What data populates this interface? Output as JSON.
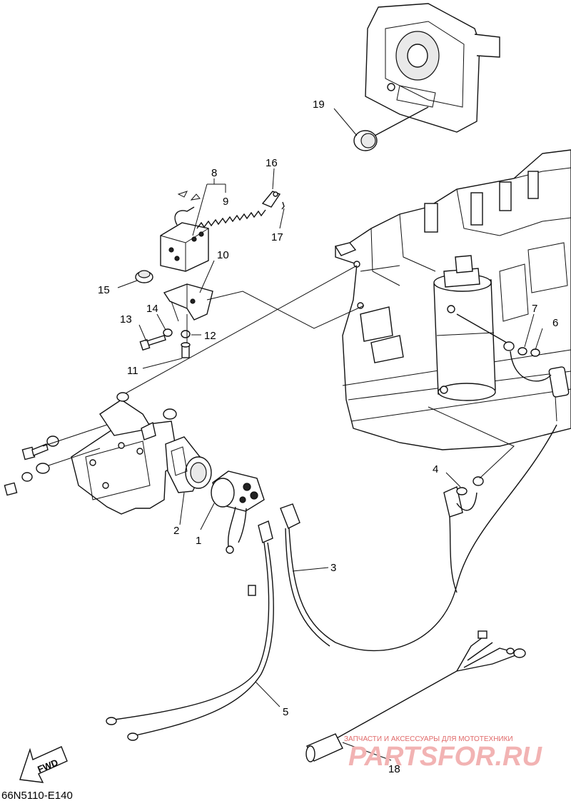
{
  "diagram": {
    "drawing_code": "66N5110-E140",
    "direction_label": "FWD",
    "watermark": {
      "tagline": "ЗАПЧАСТИ И АКСЕССУАРЫ ДЛЯ МОТОТЕХНИКИ",
      "logo": "PARTSFOR.RU"
    },
    "callouts": [
      "1",
      "2",
      "3",
      "4",
      "5",
      "6",
      "7",
      "8",
      "9",
      "10",
      "11",
      "12",
      "13",
      "14",
      "15",
      "16",
      "17",
      "18",
      "19"
    ]
  }
}
